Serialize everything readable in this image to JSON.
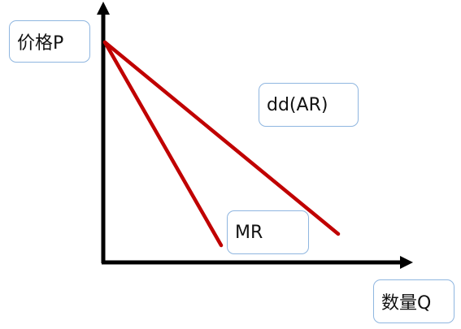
{
  "labels": {
    "price_axis": "价格P",
    "quantity_axis": "数量Q",
    "demand_curve": "dd(AR)",
    "marginal_revenue": "MR"
  },
  "colors": {
    "axis": "#000000",
    "curves": "#c00000",
    "box_border": "#8fb6e0"
  },
  "icons": {
    "y_arrow": "arrow-up-icon",
    "x_arrow": "arrow-right-icon"
  }
}
